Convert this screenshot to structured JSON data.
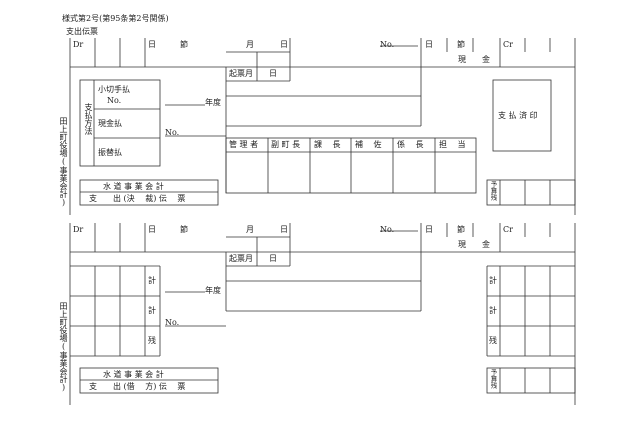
{
  "form_number": "様式第2号(第95条第2号関係)",
  "top_heading": "支出伝票",
  "header": {
    "dr": "Dr",
    "setsu_left": "日　　　節",
    "tsuki": "月",
    "hi": "日",
    "no": "No.",
    "setsu_right": "日　　　節",
    "cr": "Cr",
    "genkin": "現　　金",
    "kihyo": "起票月　　日"
  },
  "form1": {
    "org_vertical": "田上町役場(事業会計)",
    "payment_method_label": "支払方法",
    "pay_check": "小切手払",
    "pay_check_no": "No.",
    "pay_cash": "現金払",
    "pay_transfer": "振替払",
    "nendo": "年度",
    "no_label": "No.",
    "approvals": [
      "管 理 者",
      "副 町 長",
      "課　 長",
      "補　 佐",
      "係　 長",
      "担　 当"
    ],
    "paid_stamp": "支 払 済 印",
    "yosan_zan": "予算残",
    "title_line1": "水 道 事 業 会 計",
    "title_line2": "支　　出 (決　 裁) 伝　 票"
  },
  "form2": {
    "org_vertical": "田上町役場(事業会計)",
    "kei1": "計",
    "kei2": "計",
    "zan": "残",
    "nendo": "年度",
    "no_label": "No.",
    "right_kei1": "計",
    "right_kei2": "計",
    "right_zan": "残",
    "yosan_zan": "予算残",
    "title_line1": "水 道 事 業 会 計",
    "title_line2": "支　　出 (借　 方) 伝　 票"
  }
}
